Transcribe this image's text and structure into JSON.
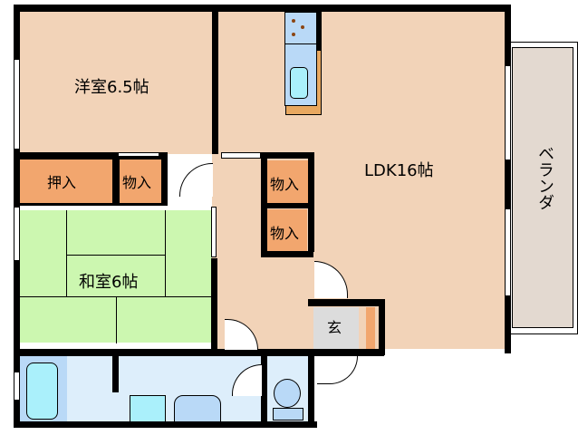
{
  "floorplan": {
    "rooms": {
      "western_room": {
        "label": "洋室6.5帖",
        "color": "#f2d3b8"
      },
      "ldk": {
        "label": "LDK16帖",
        "color": "#f2d3b8"
      },
      "japanese_room": {
        "label": "和室6帖",
        "color": "#ccf7b0"
      },
      "veranda": {
        "label": "ベランダ",
        "color": "#e3d9d0"
      },
      "entrance": {
        "label": "玄",
        "color": "#dcdcdc"
      },
      "bath": {
        "color": "#b9d9f7"
      },
      "washroom": {
        "color": "#ddeefb"
      },
      "toilet": {
        "color": "#ddeefb"
      }
    },
    "storage": {
      "oshiire": {
        "label": "押入",
        "color": "#f2a66e"
      },
      "closet_western": {
        "label": "物入",
        "color": "#f2a66e"
      },
      "closet_hall_1": {
        "label": "物入",
        "color": "#f2a66e"
      },
      "closet_hall_2": {
        "label": "物入",
        "color": "#f2a66e"
      }
    },
    "fixtures": {
      "kitchen_counter_color": "#b9d9f7",
      "sink_color": "#aaf0fb",
      "kitchen_base_color": "#e8a860"
    },
    "wall_color": "#000000"
  }
}
